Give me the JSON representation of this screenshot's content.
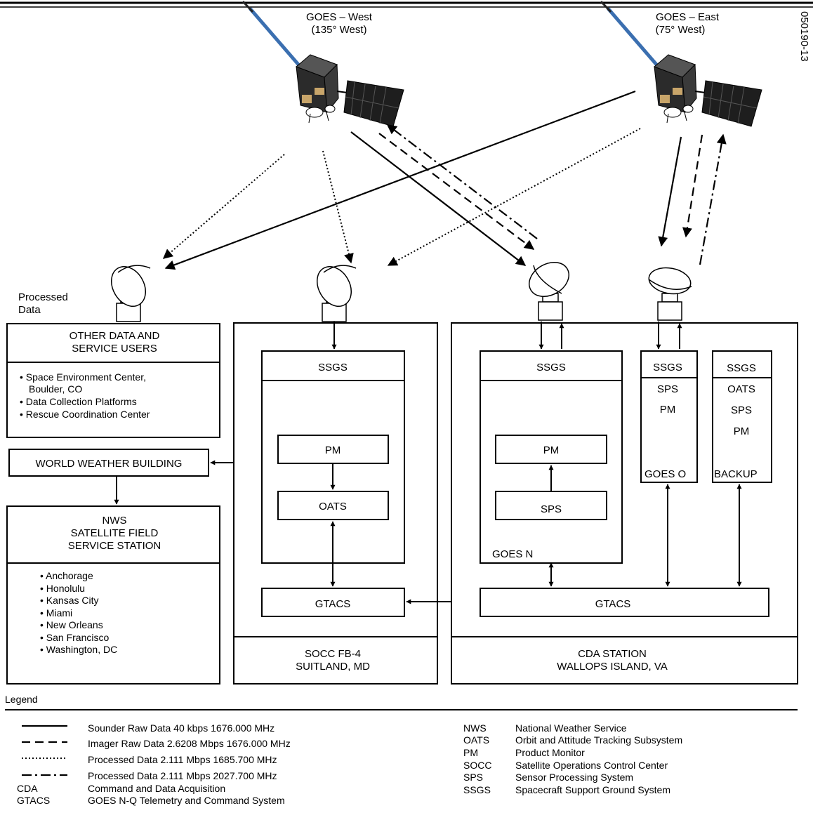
{
  "doc_id": "050190-13",
  "satellites": {
    "west": {
      "name": "GOES – West",
      "position": "(135° West)"
    },
    "east": {
      "name": "GOES – East",
      "position": "(75° West)"
    }
  },
  "processed_data_label": [
    "Processed",
    "Data"
  ],
  "other_users": {
    "title": [
      "OTHER DATA AND",
      "SERVICE USERS"
    ],
    "items": [
      "• Space Environment Center,",
      "Boulder, CO",
      "• Data Collection Platforms",
      "• Rescue Coordination Center"
    ]
  },
  "world_weather": "WORLD WEATHER BUILDING",
  "nws": {
    "title": [
      "NWS",
      "SATELLITE FIELD",
      "SERVICE STATION"
    ],
    "items": [
      "• Anchorage",
      "• Honolulu",
      "• Kansas City",
      "• Miami",
      "• New Orleans",
      "• San Francisco",
      "• Washington, DC"
    ]
  },
  "socc": {
    "ssgs": "SSGS",
    "pm": "PM",
    "oats": "OATS",
    "gtacs": "GTACS",
    "location": [
      "SOCC FB-4",
      "SUITLAND, MD"
    ]
  },
  "cda": {
    "goes_n": {
      "ssgs": "SSGS",
      "pm": "PM",
      "sps": "SPS",
      "label": "GOES N"
    },
    "goes_o": {
      "lines": [
        "SSGS",
        "SPS",
        "PM"
      ],
      "label": "GOES O"
    },
    "backup": {
      "lines": [
        "SSGS",
        "OATS",
        "SPS",
        "PM"
      ],
      "label": "BACKUP"
    },
    "gtacs": "GTACS",
    "location": [
      "CDA STATION",
      "WALLOPS ISLAND, VA"
    ]
  },
  "legend": {
    "title": "Legend",
    "lines": [
      {
        "style": "solid",
        "label": "Sounder Raw Data 40 kbps 1676.000 MHz"
      },
      {
        "style": "dashed",
        "label": "Imager Raw Data 2.6208 Mbps 1676.000 MHz"
      },
      {
        "style": "dotted",
        "label": "Processed Data 2.111 Mbps 1685.700 MHz"
      },
      {
        "style": "dash-dot",
        "label": "Processed Data 2.111 Mbps 2027.700 MHz"
      }
    ],
    "abbrev_left": [
      {
        "abbr": "CDA",
        "meaning": "Command and Data Acquisition"
      },
      {
        "abbr": "GTACS",
        "meaning": "GOES N-Q Telemetry and Command System"
      }
    ],
    "abbrev_right": [
      {
        "abbr": "NWS",
        "meaning": "National Weather Service"
      },
      {
        "abbr": "OATS",
        "meaning": "Orbit and Attitude Tracking Subsystem"
      },
      {
        "abbr": "PM",
        "meaning": "Product Monitor"
      },
      {
        "abbr": "SOCC",
        "meaning": "Satellite Operations Control Center"
      },
      {
        "abbr": "SPS",
        "meaning": "Sensor Processing System"
      },
      {
        "abbr": "SSGS",
        "meaning": "Spacecraft Support Ground System"
      }
    ]
  }
}
